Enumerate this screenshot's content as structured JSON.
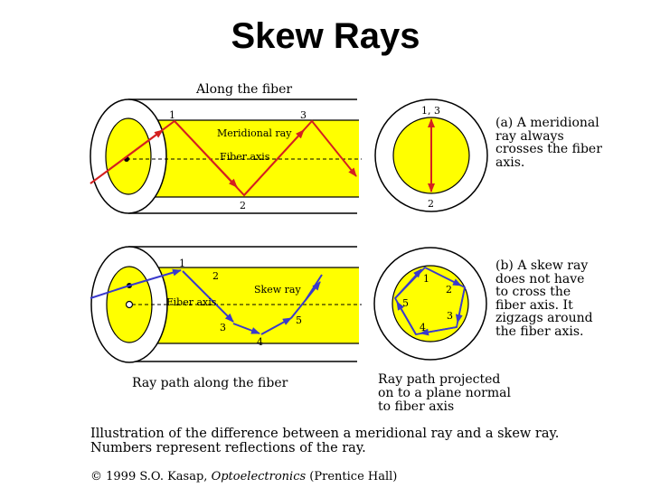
{
  "title": "Skew Rays",
  "meridional": {
    "along_fiber_label": "Along the fiber",
    "ray_label": "Meridional ray",
    "axis_label": "Fiber axis",
    "reflection_1": "1",
    "reflection_2": "2",
    "reflection_3": "3",
    "proj_top_label": "1, 3",
    "proj_bottom_label": "2",
    "note": "(a) A meridional\nray always\ncrosses the fiber\naxis."
  },
  "skew": {
    "ray_label": "Skew ray",
    "axis_label": "Fiber axis",
    "reflection_1": "1",
    "reflection_2": "2",
    "reflection_3": "3",
    "reflection_4": "4",
    "reflection_5": "5",
    "proj_1": "1",
    "proj_2": "2",
    "proj_3": "3",
    "proj_4": "4",
    "proj_5": "5",
    "note": "(b) A skew ray\ndoes not have\nto cross the\nfiber axis. It\nzigzags around\nthe fiber axis."
  },
  "captions": {
    "path_along": "Ray path along the fiber",
    "path_projected": "Ray path projected\non to a plane normal\nto fiber axis",
    "illustration": "Illustration of the difference between a meridional ray and a skew ray.\nNumbers represent reflections of the ray.",
    "copyright_author": "© 1999 S.O. Kasap, ",
    "copyright_book": "Optoelectronics",
    "copyright_publisher": " (Prentice Hall)"
  },
  "colors": {
    "core": "#ffff00",
    "meridional_ray": "#d42020",
    "skew_ray": "#3a3acc",
    "cladding": "#ffffff",
    "outline": "#000000"
  }
}
